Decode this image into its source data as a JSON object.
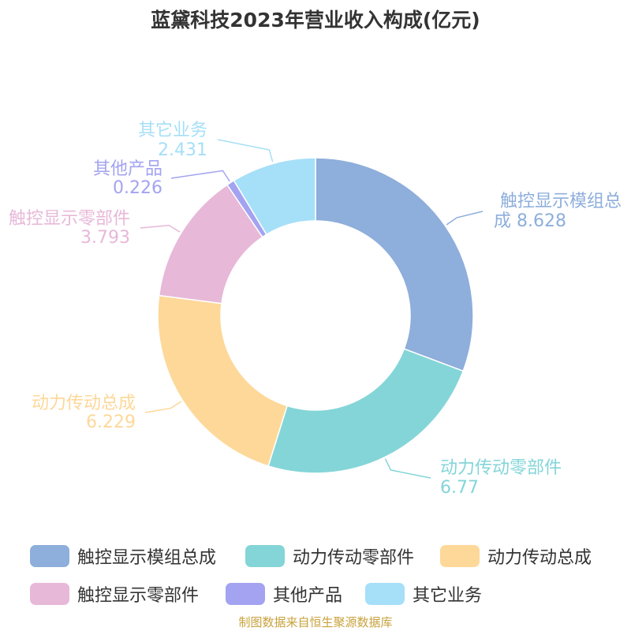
{
  "chart_data": {
    "type": "pie",
    "title": "蓝黛科技2023年营业收入构成(亿元)",
    "categories": [
      "触控显示模组总成",
      "动力传动零部件",
      "动力传动总成",
      "触控显示零部件",
      "其他产品",
      "其它业务"
    ],
    "values": [
      8.628,
      6.77,
      6.229,
      3.793,
      0.226,
      2.431
    ],
    "value_labels": [
      "8.628",
      "6.77",
      "6.229",
      "3.793",
      "0.226",
      "2.431"
    ],
    "colors": [
      "#8eaedb",
      "#84d5d8",
      "#fdd899",
      "#e7b8d8",
      "#a3a3f1",
      "#a6dff8"
    ],
    "legend": "bottom",
    "inner_radius_ratio": 0.6
  },
  "source_note": "制图数据来自恒生聚源数据库"
}
